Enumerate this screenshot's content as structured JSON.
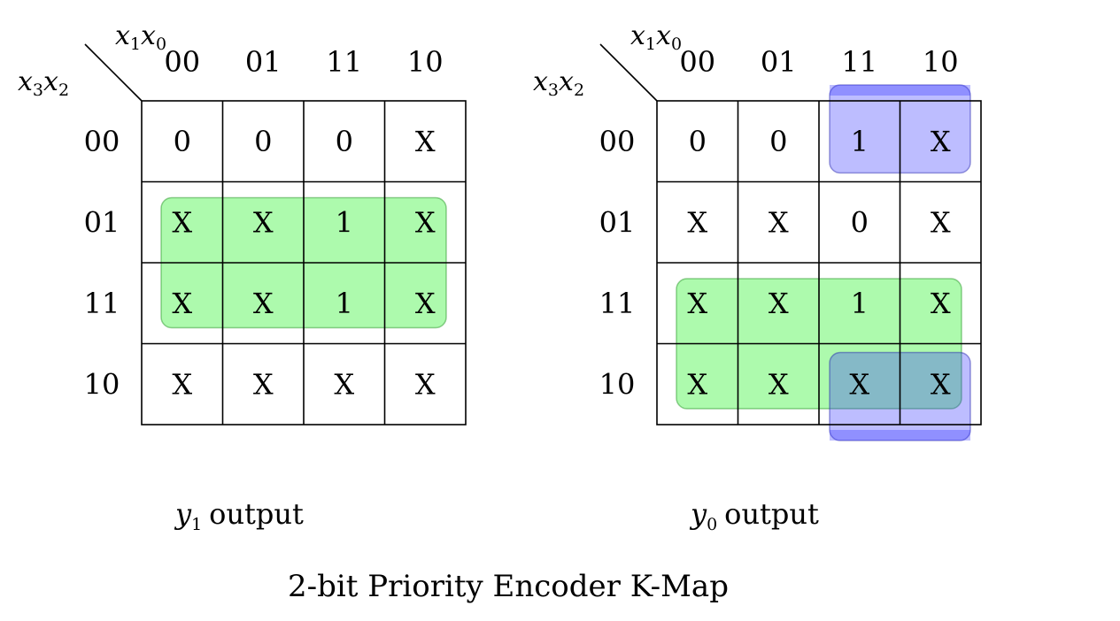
{
  "title": "2-bit Priority Encoder K-Map",
  "colors": {
    "green_fill": "#00ee00",
    "green_stroke": "#1a8f1a",
    "blue_fill": "#3333ff",
    "blue_stroke": "#2222aa",
    "grid": "#000000",
    "text": "#000000"
  },
  "maps": [
    {
      "id": "y1",
      "row_var": {
        "base": "x",
        "i1": "3",
        "mid": "x",
        "i2": "2"
      },
      "col_var": {
        "base": "x",
        "i1": "1",
        "mid": "x",
        "i2": "0"
      },
      "col_labels": [
        "00",
        "01",
        "11",
        "10"
      ],
      "row_labels": [
        "00",
        "01",
        "11",
        "10"
      ],
      "cells": [
        [
          "0",
          "0",
          "0",
          "X"
        ],
        [
          "X",
          "X",
          "1",
          "X"
        ],
        [
          "X",
          "X",
          "1",
          "X"
        ],
        [
          "X",
          "X",
          "X",
          "X"
        ]
      ],
      "caption": {
        "var": "y",
        "sub": "1",
        "text": "output"
      },
      "groups": [
        {
          "color": "green",
          "row_start": 1,
          "row_end": 2,
          "col_start": 0,
          "col_end": 3,
          "wrap": "none"
        }
      ]
    },
    {
      "id": "y0",
      "row_var": {
        "base": "x",
        "i1": "3",
        "mid": "x",
        "i2": "2"
      },
      "col_var": {
        "base": "x",
        "i1": "1",
        "mid": "x",
        "i2": "0"
      },
      "col_labels": [
        "00",
        "01",
        "11",
        "10"
      ],
      "row_labels": [
        "00",
        "01",
        "11",
        "10"
      ],
      "cells": [
        [
          "0",
          "0",
          "1",
          "X"
        ],
        [
          "X",
          "X",
          "0",
          "X"
        ],
        [
          "X",
          "X",
          "1",
          "X"
        ],
        [
          "X",
          "X",
          "X",
          "X"
        ]
      ],
      "caption": {
        "var": "y",
        "sub": "0",
        "text": "output"
      },
      "groups": [
        {
          "color": "green",
          "row_start": 2,
          "row_end": 3,
          "col_start": 0,
          "col_end": 3,
          "wrap": "none"
        },
        {
          "color": "blue",
          "row_start": 0,
          "row_end": 0,
          "col_start": 2,
          "col_end": 3,
          "wrap": "top"
        },
        {
          "color": "blue",
          "row_start": 3,
          "row_end": 3,
          "col_start": 2,
          "col_end": 3,
          "wrap": "bottom"
        }
      ]
    }
  ]
}
